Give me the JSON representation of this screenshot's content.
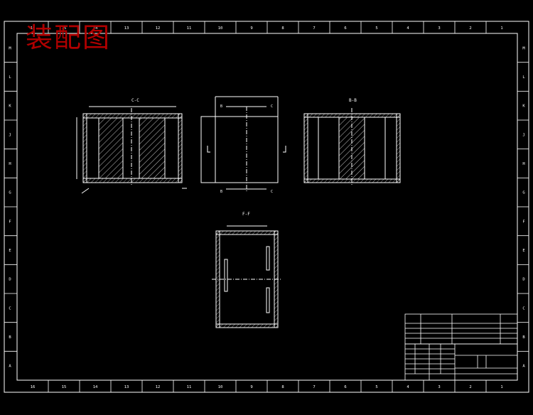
{
  "title": "装配图",
  "colors": {
    "background": "#000000",
    "lines": "#ffffff",
    "title": "#b00000"
  },
  "frame": {
    "top_columns": [
      "16",
      "15",
      "14",
      "13",
      "12",
      "11",
      "10",
      "9",
      "8",
      "7",
      "6",
      "5",
      "4",
      "3",
      "2",
      "1"
    ],
    "bottom_columns": [
      "16",
      "15",
      "14",
      "13",
      "12",
      "11",
      "10",
      "9",
      "8",
      "7",
      "6",
      "5",
      "4",
      "3",
      "2",
      "1"
    ],
    "rows": [
      "M",
      "L",
      "K",
      "J",
      "H",
      "G",
      "F",
      "E",
      "D",
      "C",
      "B",
      "A"
    ]
  },
  "views": {
    "view1": {
      "label": "C-C"
    },
    "view2": {
      "label": "B",
      "label_b2": "B",
      "label_c1": "C",
      "label_c2": "C"
    },
    "view3": {
      "label": "B-B"
    },
    "view4": {
      "label": "F-F"
    }
  }
}
